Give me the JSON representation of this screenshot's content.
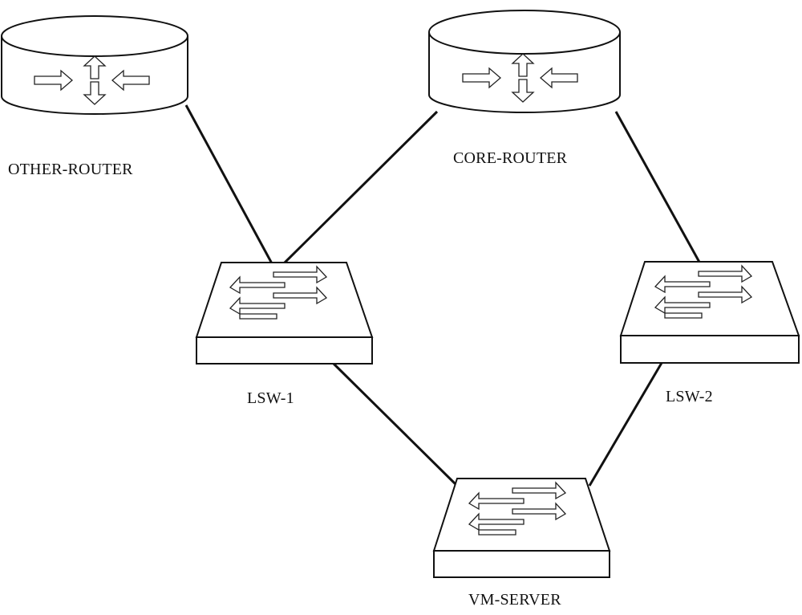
{
  "diagram": {
    "nodes": [
      {
        "id": "other-router",
        "type": "router",
        "label": "OTHER-ROUTER"
      },
      {
        "id": "core-router",
        "type": "router",
        "label": "CORE-ROUTER"
      },
      {
        "id": "lsw-1",
        "type": "switch",
        "label": "LSW-1"
      },
      {
        "id": "lsw-2",
        "type": "switch",
        "label": "LSW-2"
      },
      {
        "id": "vm-server",
        "type": "switch",
        "label": "VM-SERVER"
      }
    ],
    "links": [
      {
        "from": "other-router",
        "to": "lsw-1"
      },
      {
        "from": "core-router",
        "to": "lsw-1"
      },
      {
        "from": "core-router",
        "to": "lsw-2"
      },
      {
        "from": "lsw-1",
        "to": "vm-server"
      },
      {
        "from": "lsw-2",
        "to": "vm-server"
      }
    ],
    "icons": {
      "router": "router-icon",
      "switch": "switch-icon"
    },
    "colors": {
      "line": "#111111",
      "fill": "#ffffff"
    }
  }
}
